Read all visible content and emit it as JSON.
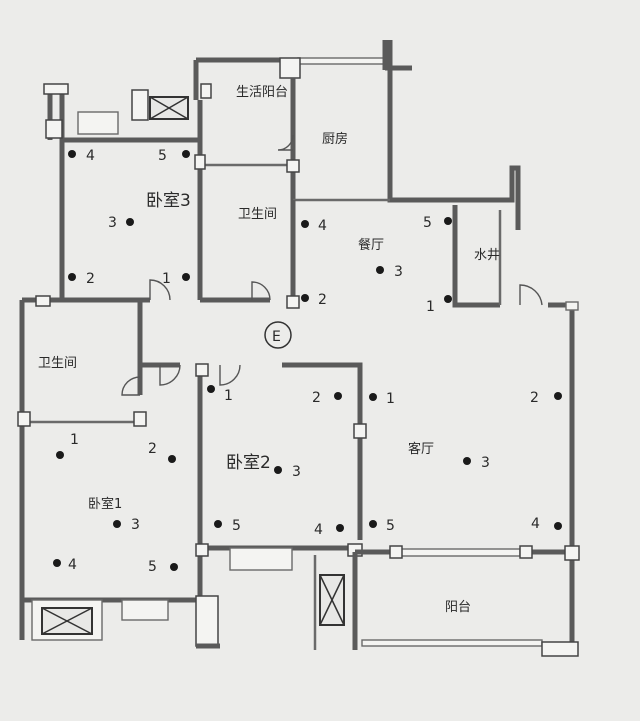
{
  "rooms": {
    "living_balcony": "生活阳台",
    "kitchen": "厨房",
    "bedroom3": "卧室3",
    "bathroom_top": "卫生间",
    "dining": "餐厅",
    "water_shaft": "水井",
    "bathroom_left": "卫生间",
    "bedroom2": "卧室2",
    "living_room": "客厅",
    "bedroom1": "卧室1",
    "balcony": "阳台"
  },
  "marker": "E",
  "points": {
    "br3": [
      "4",
      "5",
      "3",
      "2",
      "1"
    ],
    "dining": [
      "4",
      "5",
      "3",
      "2",
      "1"
    ],
    "br2": [
      "1",
      "2",
      "3",
      "5",
      "4"
    ],
    "living": [
      "1",
      "2",
      "3",
      "5",
      "4"
    ],
    "br1": [
      "1",
      "2",
      "3",
      "4",
      "5"
    ]
  }
}
